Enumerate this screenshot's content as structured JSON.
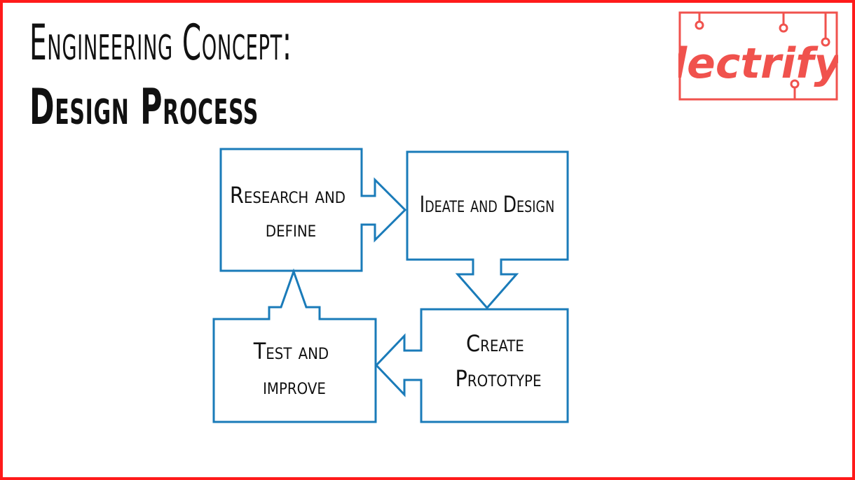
{
  "title": {
    "line1": "Engineering Concept:",
    "line2": "Design Process"
  },
  "logo": {
    "text": "lectrify",
    "color": "#f0524d"
  },
  "diagram": {
    "stroke_color": "#1a7bb9",
    "steps": [
      {
        "lines": [
          "Research and",
          "define"
        ]
      },
      {
        "lines": [
          "Ideate and Design"
        ]
      },
      {
        "lines": [
          "Create",
          "Prototype"
        ]
      },
      {
        "lines": [
          "Test and",
          "improve"
        ]
      }
    ]
  },
  "colors": {
    "border": "#ff1a1a",
    "text": "#111111"
  }
}
